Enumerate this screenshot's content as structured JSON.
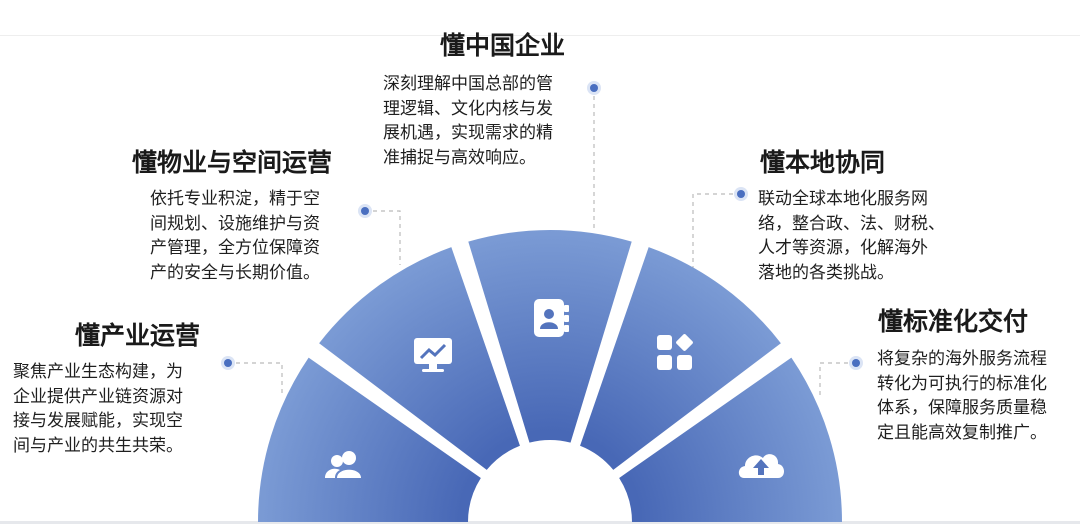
{
  "sections": [
    {
      "title": "懂产业运营",
      "lines": [
        "聚焦产业生态构建，为",
        "企业提供产业链资源对",
        "接与发展赋能，实现空",
        "间与产业的共生共荣。"
      ],
      "icon": "users-icon"
    },
    {
      "title": "懂物业与空间运营",
      "lines": [
        "依托专业积淀，精于空",
        "间规划、设施维护与资",
        "产管理，全方位保障资",
        "产的安全与长期价值。"
      ],
      "icon": "monitor-chart-icon"
    },
    {
      "title": "懂中国企业",
      "lines": [
        "深刻理解中国总部的管",
        "理逻辑、文化内核与发",
        "展机遇，实现需求的精",
        "准捕捉与高效响应。"
      ],
      "icon": "contact-book-icon"
    },
    {
      "title": "懂本地协同",
      "lines": [
        "联动全球本地化服务网",
        "络，整合政、法、财税、",
        "人才等资源，化解海外",
        "落地的各类挑战。"
      ],
      "icon": "app-grid-icon"
    },
    {
      "title": "懂标准化交付",
      "lines": [
        "将复杂的海外服务流程",
        "转化为可执行的标准化",
        "体系，保障服务质量稳",
        "定且能高效复制推广。"
      ],
      "icon": "cloud-upload-icon"
    }
  ],
  "colors": {
    "segment_light": "#7e9ed6",
    "segment_dark": "#4466b4",
    "dot": "#4a6fc0",
    "connector": "#bbbbbb"
  }
}
